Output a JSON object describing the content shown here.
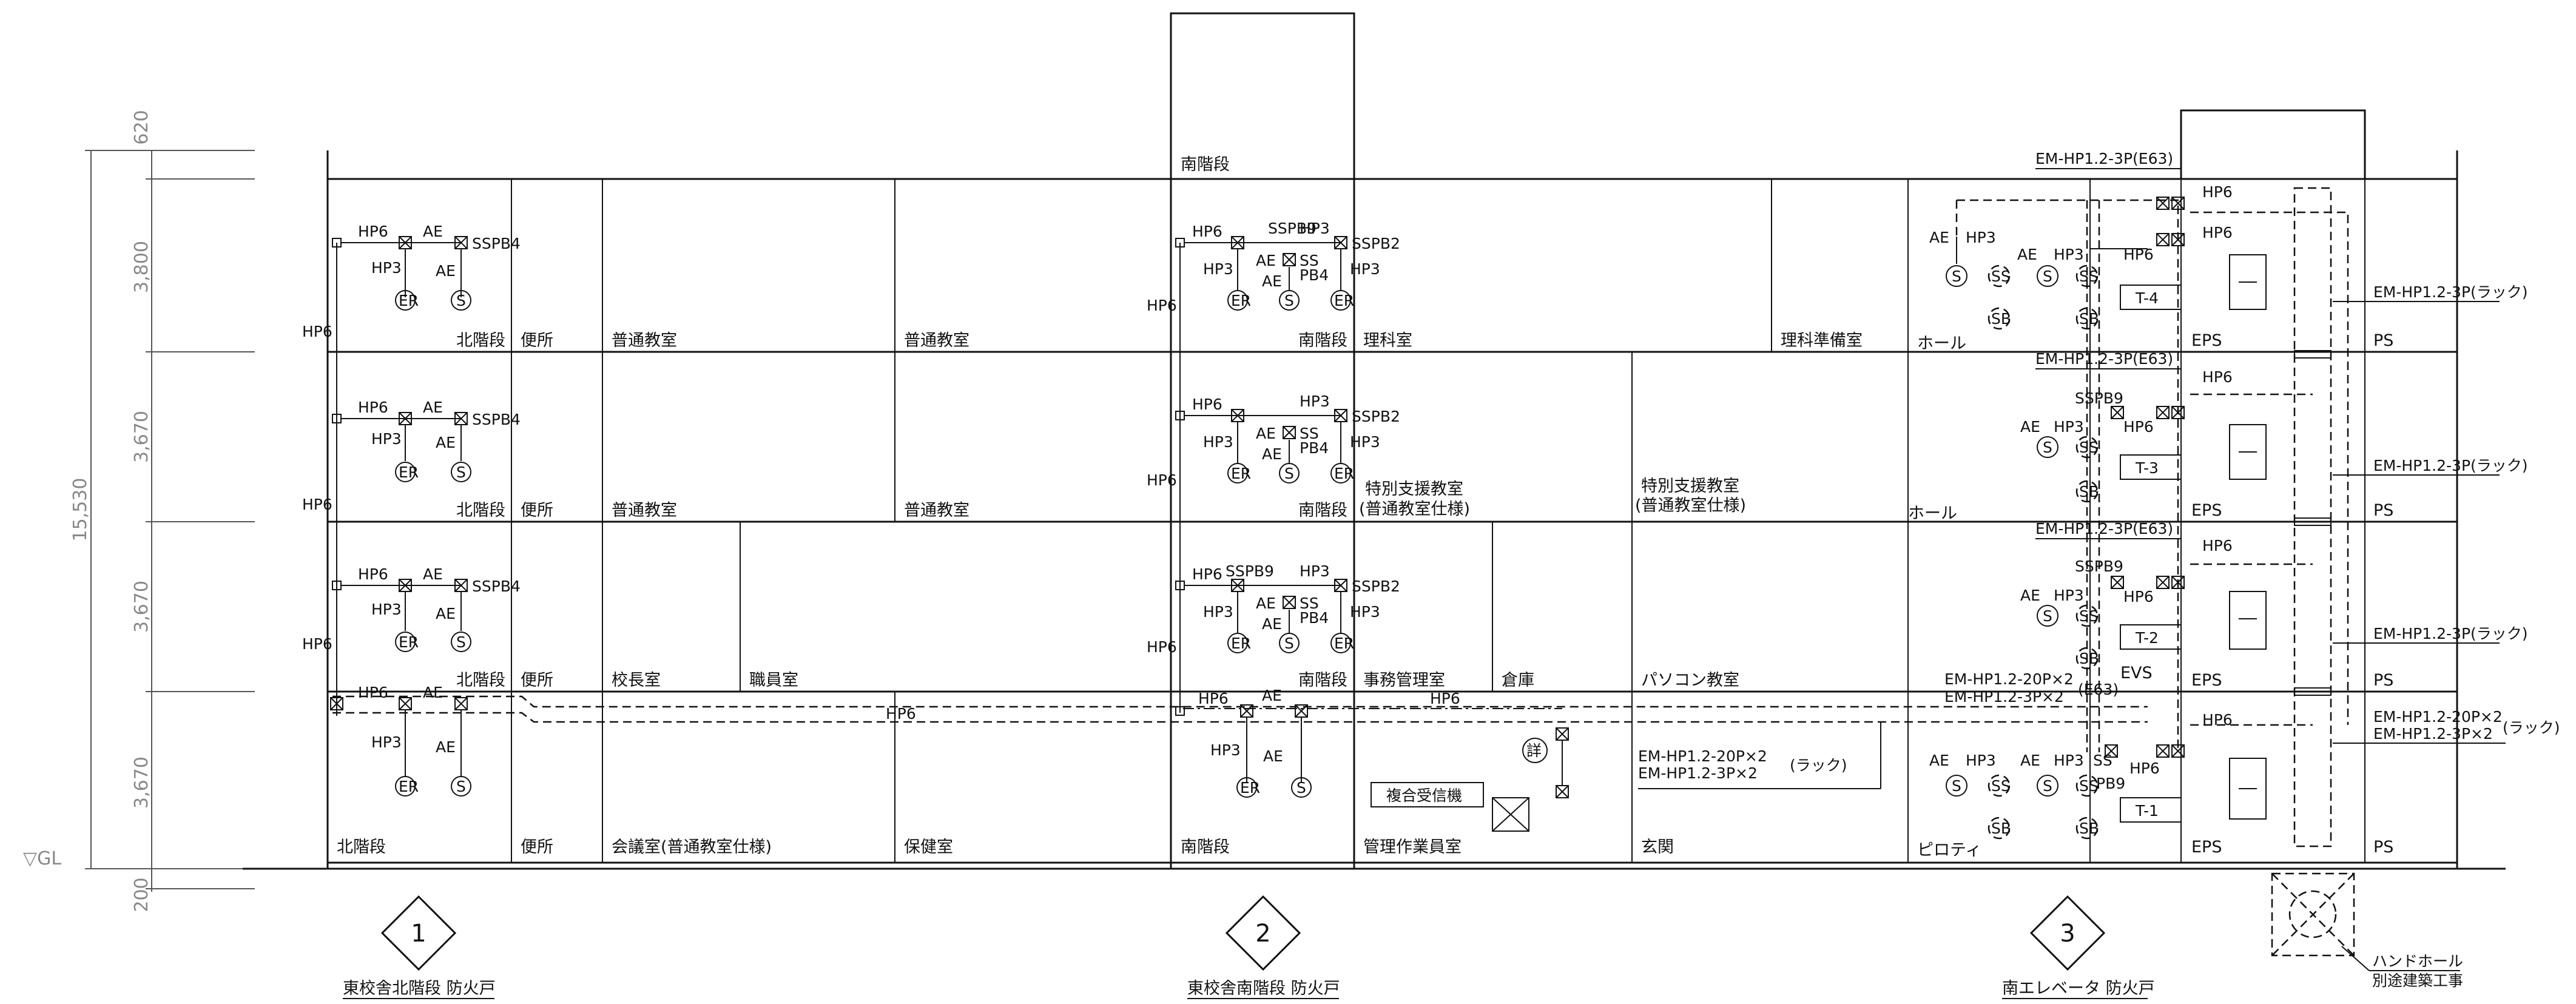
{
  "dimensions": {
    "total": "15,530",
    "segments": [
      "620",
      "3,800",
      "3,670",
      "3,670",
      "3,670",
      "200"
    ],
    "ground": "▽GL"
  },
  "rooms": {
    "floor4": [
      "北階段",
      "便所",
      "普通教室",
      "普通教室",
      "南階段",
      "理科室",
      "理科準備室",
      "ホール",
      "EPS",
      "PS"
    ],
    "floor3": [
      "北階段",
      "便所",
      "普通教室",
      "普通教室",
      "南階段",
      "特別支援教室",
      "(普通教室仕様)",
      "特別支援教室",
      "(普通教室仕様)",
      "ホール",
      "EPS",
      "PS"
    ],
    "floor2": [
      "北階段",
      "便所",
      "校長室",
      "職員室",
      "南階段",
      "事務管理室",
      "倉庫",
      "パソコン教室",
      "EVS",
      "EPS",
      "PS"
    ],
    "floor1": [
      "北階段",
      "便所",
      "会議室(普通教室仕様)",
      "保健室",
      "南階段",
      "管理作業員室",
      "玄関",
      "ピロティ",
      "EPS",
      "PS"
    ],
    "roof": "南階段"
  },
  "device_labels": {
    "hp6": "HP6",
    "hp3": "HP3",
    "ae": "AE",
    "ss": "SS",
    "pb4": "PB4",
    "pb9": "PB9",
    "sspb4": "SSPB4",
    "sspb2": "SSPB2",
    "sspb9": "SSPB9",
    "er": "ER",
    "s": "S",
    "sb": "SB",
    "detail": "詳",
    "transformers": [
      "T-4",
      "T-3",
      "T-2",
      "T-1"
    ],
    "receiver": "複合受信機"
  },
  "cables": {
    "em_e63": "EM-HP1.2-3P(E63)",
    "em_rack": "EM-HP1.2-3P(ラック)",
    "em_20p_line1": "EM-HP1.2-20P×2",
    "em_3p_line2": "EM-HP1.2-3P×2",
    "rack": "(ラック)",
    "e63": "(E63)",
    "mid_20p": "EM-HP1.2-20P×2",
    "mid_3p": "EM-HP1.2-3P×2"
  },
  "legend": [
    {
      "num": "1",
      "caption": "東校舎北階段 防火戸"
    },
    {
      "num": "2",
      "caption": "東校舎南階段 防火戸"
    },
    {
      "num": "3",
      "caption": "南エレベータ 防火戸"
    }
  ],
  "handhole": {
    "line1": "ハンドホール",
    "line2": "別途建築工事"
  }
}
